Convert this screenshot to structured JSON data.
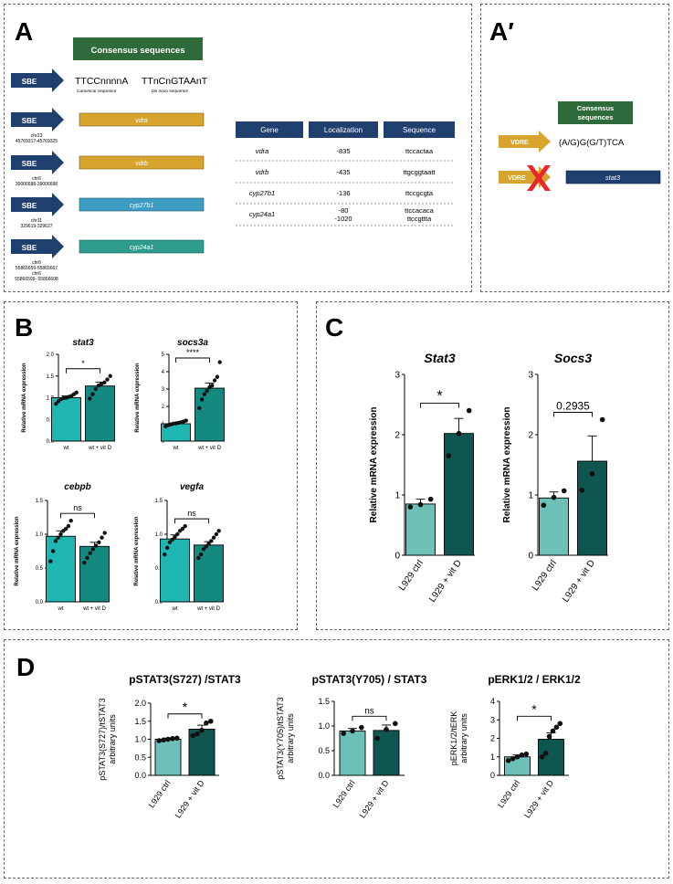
{
  "panel_letters": {
    "a": "A",
    "a_prime": "A′",
    "b": "B",
    "c": "C",
    "d": "D"
  },
  "panel_a": {
    "consensus_header": "Consensus sequences",
    "sbe_label": "SBE",
    "canonical_seq": "TTCCnnnnA",
    "canonical_caption": "Canonical sequence",
    "denovo_seq": "TTnCnGTAAnT",
    "denovo_caption": "De novo sequence",
    "genes": [
      {
        "name": "vdra",
        "loc": [
          "chr23",
          "45769317-45769325"
        ],
        "color": "#D7A52E"
      },
      {
        "name": "vdrb",
        "loc": [
          "chr6",
          "39006688-39006698"
        ],
        "color": "#D7A52E"
      },
      {
        "name": "cyp27b1",
        "loc": [
          "chr11",
          "329619-329627"
        ],
        "color": "#3E9BC1"
      },
      {
        "name": "cyp24a1",
        "loc": [
          "chr6",
          "55865659-55865667",
          "chr6",
          "55866599- 55866608"
        ],
        "color": "#2E9C8E"
      }
    ],
    "table": {
      "headers": [
        "Gene",
        "Localization",
        "Sequence"
      ],
      "rows": [
        {
          "gene": "vdra",
          "loc": [
            "-835"
          ],
          "seq": [
            "ttccactaa"
          ]
        },
        {
          "gene": "vdrb",
          "loc": [
            "-435"
          ],
          "seq": [
            "ttgcggtaatt"
          ]
        },
        {
          "gene": "cyp27b1",
          "loc": [
            "-136"
          ],
          "seq": [
            "ttccgcgta"
          ]
        },
        {
          "gene": "cyp24a1",
          "loc": [
            "-80",
            "-1020"
          ],
          "seq": [
            "ttccacaca",
            "ttccgttta"
          ]
        }
      ]
    }
  },
  "panel_a_prime": {
    "consensus_header": [
      "Consensus",
      "sequences"
    ],
    "vdre_label": "VDRE",
    "vdre_seq": "(A/G)G(G/T)TCA",
    "target_gene": "stat3"
  },
  "colors": {
    "navy": "#1F3F6E",
    "gold": "#D7A52E",
    "green_header": "#2F6B3A",
    "table_header": "#1F3F6E",
    "teal_light": "#1FB5B1",
    "teal_dark": "#14897F",
    "c_light": "#6CC0B8",
    "c_dark": "#0F5550",
    "cross": "#E8262B"
  },
  "chart_data": [
    {
      "id": "B1",
      "type": "bar",
      "title": "stat3",
      "ylabel": "Relative mRNA expression",
      "categories": [
        "wt",
        "wt + vit D"
      ],
      "values": [
        1.0,
        1.27
      ],
      "sem": [
        0.04,
        0.09
      ],
      "points": [
        [
          0.86,
          0.92,
          0.97,
          0.99,
          1.0,
          1.02,
          1.04,
          1.08,
          1.12
        ],
        [
          0.98,
          1.08,
          1.2,
          1.28,
          1.32,
          1.35,
          1.42,
          1.5
        ]
      ],
      "ylim": [
        0,
        2.0
      ],
      "yticks": [
        0.0,
        0.5,
        1.0,
        1.5,
        2.0
      ],
      "tick_labels": [
        "0.0",
        "0.5",
        "1.0",
        "1.5",
        "2.0"
      ],
      "sig": "*"
    },
    {
      "id": "B2",
      "type": "bar",
      "title": "socs3a",
      "ylabel": "Relative mRNA expression",
      "categories": [
        "wt",
        "wt + vit D"
      ],
      "values": [
        1.0,
        3.05
      ],
      "sem": [
        0.05,
        0.3
      ],
      "points": [
        [
          0.85,
          0.92,
          0.96,
          1.0,
          1.02,
          1.05,
          1.08,
          1.12,
          1.18
        ],
        [
          1.9,
          2.4,
          2.7,
          2.9,
          3.1,
          3.2,
          3.5,
          3.7,
          4.55
        ]
      ],
      "ylim": [
        0,
        5
      ],
      "yticks": [
        0,
        1,
        2,
        3,
        4,
        5
      ],
      "tick_labels": [
        "0",
        "1",
        "2",
        "3",
        "4",
        "5"
      ],
      "sig": "****"
    },
    {
      "id": "B3",
      "type": "bar",
      "title": "cebpb",
      "ylabel": "Relative mRNA expression",
      "categories": [
        "wt",
        "wt + vit D"
      ],
      "values": [
        0.97,
        0.82
      ],
      "sem": [
        0.08,
        0.06
      ],
      "points": [
        [
          0.6,
          0.75,
          0.9,
          0.95,
          1.0,
          1.05,
          1.08,
          1.12,
          1.2
        ],
        [
          0.58,
          0.65,
          0.72,
          0.78,
          0.83,
          0.88,
          0.95,
          1.02
        ]
      ],
      "ylim": [
        0,
        1.5
      ],
      "yticks": [
        0.0,
        0.5,
        1.0,
        1.5
      ],
      "tick_labels": [
        "0.0",
        "0.5",
        "1.0",
        "1.5"
      ],
      "sig": "ns"
    },
    {
      "id": "B4",
      "type": "bar",
      "title": "vegfa",
      "ylabel": "Relative mRNA expression",
      "categories": [
        "wt",
        "wt + vit D"
      ],
      "values": [
        0.93,
        0.84
      ],
      "sem": [
        0.06,
        0.05
      ],
      "points": [
        [
          0.7,
          0.8,
          0.88,
          0.92,
          0.96,
          1.0,
          1.05,
          1.08,
          1.12
        ],
        [
          0.65,
          0.7,
          0.78,
          0.82,
          0.86,
          0.9,
          0.95,
          1.0,
          1.05
        ]
      ],
      "ylim": [
        0,
        1.5
      ],
      "yticks": [
        0.0,
        0.5,
        1.0,
        1.5
      ],
      "tick_labels": [
        "0.0",
        "0.5",
        "1.0",
        "1.5"
      ],
      "sig": "ns"
    },
    {
      "id": "C1",
      "type": "bar",
      "title": "Stat3",
      "ylabel": "Relative mRNA expression",
      "categories": [
        "L929 ctrl",
        "L929 + vit D"
      ],
      "values": [
        0.85,
        2.02
      ],
      "sem": [
        0.08,
        0.25
      ],
      "points": [
        [
          0.8,
          0.84,
          0.93
        ],
        [
          1.65,
          2.02,
          2.4
        ]
      ],
      "ylim": [
        0,
        3
      ],
      "yticks": [
        0,
        1,
        2,
        3
      ],
      "tick_labels": [
        "0",
        "1",
        "2",
        "3"
      ],
      "sig": "*"
    },
    {
      "id": "C2",
      "type": "bar",
      "title": "Socs3",
      "ylabel": "Relative mRNA expression",
      "categories": [
        "L929 ctrl",
        "L929 + vit D"
      ],
      "values": [
        0.95,
        1.56
      ],
      "sem": [
        0.1,
        0.42
      ],
      "points": [
        [
          0.83,
          0.96,
          1.07
        ],
        [
          1.08,
          1.35,
          2.25
        ]
      ],
      "ylim": [
        0,
        3
      ],
      "yticks": [
        0,
        1,
        2,
        3
      ],
      "tick_labels": [
        "0",
        "1",
        "2",
        "3"
      ],
      "sig": "0.2935"
    },
    {
      "id": "D1",
      "type": "bar",
      "title": "pSTAT3(S727) /STAT3",
      "ylabel": [
        "pSTAT3(S727)/tSTAT3",
        "arbitrary units"
      ],
      "categories": [
        "L929 ctrl",
        "L929 + vit D"
      ],
      "values": [
        1.0,
        1.28
      ],
      "sem": [
        0.03,
        0.11
      ],
      "points": [
        [
          0.96,
          0.98,
          1.0,
          1.02,
          1.03
        ],
        [
          1.1,
          1.15,
          1.25,
          1.45,
          1.5
        ]
      ],
      "ylim": [
        0,
        2.0
      ],
      "yticks": [
        0.0,
        0.5,
        1.0,
        1.5,
        2.0
      ],
      "tick_labels": [
        "0.0",
        "0.5",
        "1.0",
        "1.5",
        "2.0"
      ],
      "sig": "*"
    },
    {
      "id": "D2",
      "type": "bar",
      "title": "pSTAT3(Y705) / STAT3",
      "ylabel": [
        "pSTAT3(Y705)/tSTAT3",
        "arbitrary units"
      ],
      "categories": [
        "L929 ctrl",
        "L929 + vit D"
      ],
      "values": [
        0.9,
        0.91
      ],
      "sem": [
        0.05,
        0.11
      ],
      "points": [
        [
          0.85,
          0.9,
          0.97
        ],
        [
          0.75,
          0.93,
          1.05
        ]
      ],
      "ylim": [
        0,
        1.5
      ],
      "yticks": [
        0.0,
        0.5,
        1.0,
        1.5
      ],
      "tick_labels": [
        "0.0",
        "0.5",
        "1.0",
        "1.5"
      ],
      "sig": "ns"
    },
    {
      "id": "D3",
      "type": "bar",
      "title": "pERK1/2 / ERK1/2",
      "ylabel": [
        "pERK1/2/tERK",
        "arbitrary units"
      ],
      "categories": [
        "L929 ctrl",
        "L929 + vit D"
      ],
      "values": [
        1.0,
        1.95
      ],
      "sem": [
        0.1,
        0.35
      ],
      "points": [
        [
          0.8,
          0.9,
          1.0,
          1.1,
          1.15
        ],
        [
          1.0,
          1.2,
          2.1,
          2.4,
          2.6,
          2.8
        ]
      ],
      "ylim": [
        0,
        4
      ],
      "yticks": [
        0,
        1,
        2,
        3,
        4
      ],
      "tick_labels": [
        "0",
        "1",
        "2",
        "3",
        "4"
      ],
      "sig": "*"
    }
  ]
}
